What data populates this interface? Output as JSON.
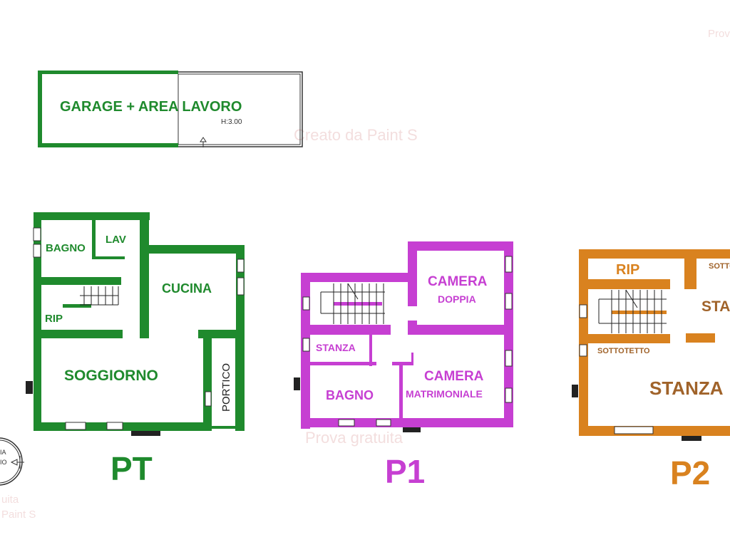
{
  "colors": {
    "ground_floor": "#1f8a2d",
    "first_floor": "#c63fd2",
    "second_floor": "#d9821f",
    "wall_outline": "#333333"
  },
  "watermarks": [
    "Prova",
    "Creato da Paint S",
    "Prova gratuita",
    "uita",
    "Paint S"
  ],
  "garage": {
    "label": "GARAGE + AREA LAVORO",
    "height_note": "H:3.00"
  },
  "compass": {
    "line1": "IA",
    "line2": "IO"
  },
  "floors": {
    "pt": {
      "title": "PT",
      "rooms": {
        "bagno": "BAGNO",
        "lav": "LAV",
        "cucina": "CUCINA",
        "rip": "RIP",
        "soggiorno": "SOGGIORNO",
        "portico": "PORTICO"
      }
    },
    "p1": {
      "title": "P1",
      "rooms": {
        "camera_doppia_1": "CAMERA",
        "camera_doppia_2": "DOPPIA",
        "stanza": "STANZA",
        "bagno": "BAGNO",
        "camera_matr_1": "CAMERA",
        "camera_matr_2": "MATRIMONIALE"
      }
    },
    "p2": {
      "title": "P2",
      "rooms": {
        "rip": "RIP",
        "sottotetto_top": "SOTTO",
        "stanza_small": "STA",
        "sottotetto": "SOTTOTETTO",
        "stanza": "STANZA"
      }
    }
  }
}
